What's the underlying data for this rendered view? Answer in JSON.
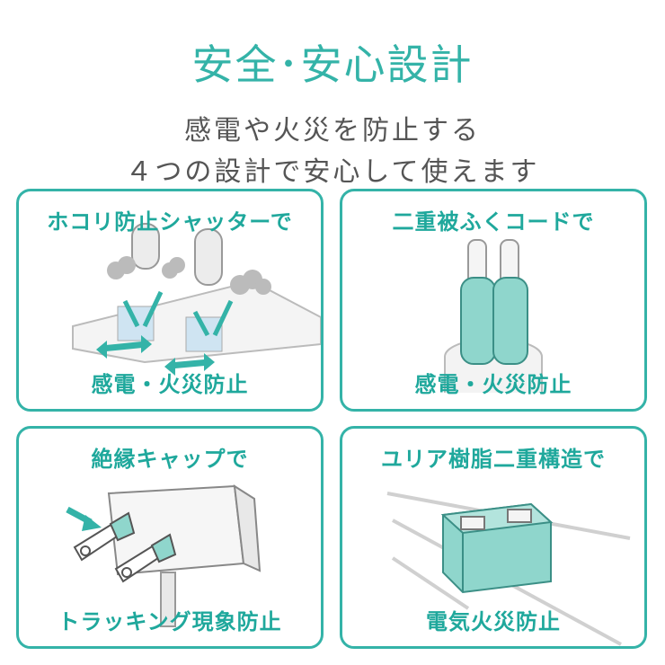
{
  "header": {
    "title": "安全･安心設計",
    "subtitle_line1": "感電や火災を防止する",
    "subtitle_line2": "４つの設計で安心して使えます"
  },
  "cards": [
    {
      "title": "ホコリ防止シャッターで",
      "caption": "感電・火災防止",
      "icon": "shutter-outlet-illustration"
    },
    {
      "title": "二重被ふくコードで",
      "caption": "感電・火災防止",
      "icon": "double-insulated-cord-illustration"
    },
    {
      "title": "絶縁キャップで",
      "caption": "トラッキング現象防止",
      "icon": "insulated-plug-illustration"
    },
    {
      "title": "ユリア樹脂二重構造で",
      "caption": "電気火災防止",
      "icon": "urea-resin-socket-illustration"
    }
  ],
  "colors": {
    "accent": "#34b3a8",
    "mint": "#8fd6cc",
    "text": "#555555"
  }
}
